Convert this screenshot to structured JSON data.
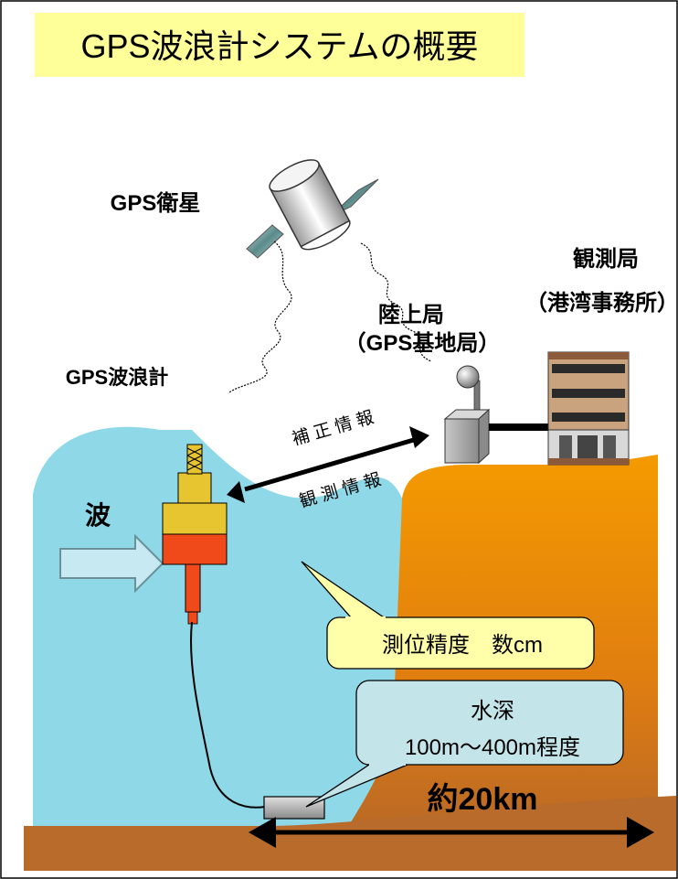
{
  "title": "GPS波浪計システムの概要",
  "labels": {
    "satellite": "GPS衛星",
    "buoy": "GPS波浪計",
    "wave": "波",
    "land_station_line1": "陸上局",
    "land_station_line2": "（GPS基地局）",
    "observation_station_line1": "観測局",
    "observation_station_line2": "（港湾事務所）",
    "correction_info": "補 正 情 報",
    "observation_info": "観 測 情 報",
    "accuracy": "測位精度　数cm",
    "depth_line1": "水深",
    "depth_line2": "100m～400m程度",
    "distance": "約20km"
  },
  "icons": [
    "satellite-icon",
    "buoy-icon",
    "antenna-icon",
    "building-icon",
    "anchor-icon"
  ],
  "colors": {
    "title_bg": "#FFFF99",
    "sea": "#8ED8E8",
    "land": "#F08C00",
    "seabed": "#B86B2A",
    "buoy_yellow": "#E6C531",
    "buoy_red": "#F04A1A",
    "callout_yellow": "#FFFFAA",
    "callout_blue": "#C3E5E9"
  }
}
